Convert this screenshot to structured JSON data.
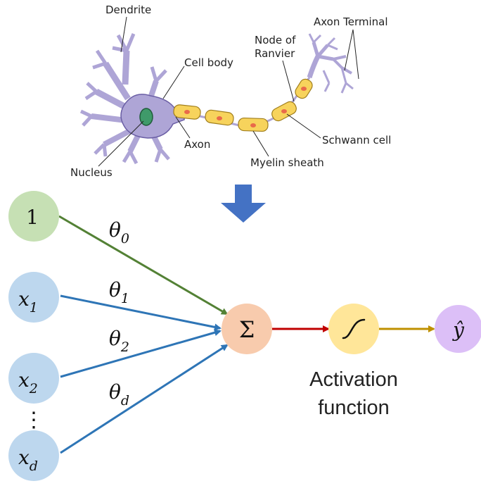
{
  "neuron": {
    "labels": {
      "dendrite": "Dendrite",
      "cell_body": "Cell body",
      "nucleus": "Nucleus",
      "axon": "Axon",
      "myelin_sheath": "Myelin sheath",
      "node_of_ranvier_1": "Node of",
      "node_of_ranvier_2": "Ranvier",
      "schwann_cell": "Schwann cell",
      "axon_terminal": "Axon Terminal"
    }
  },
  "perceptron": {
    "inputs": {
      "bias": "1",
      "x1_base": "x",
      "x1_sub": "1",
      "x2_base": "x",
      "x2_sub": "2",
      "dots": "⋮",
      "xd_base": "x",
      "xd_sub": "d"
    },
    "weights": {
      "theta0_base": "θ",
      "theta0_sub": "0",
      "theta1_base": "θ",
      "theta1_sub": "1",
      "theta2_base": "θ",
      "theta2_sub": "2",
      "thetad_base": "θ",
      "thetad_sub": "d"
    },
    "sum_symbol": "Σ",
    "output": "ŷ",
    "activation_caption_1": "Activation",
    "activation_caption_2": "function"
  },
  "colors": {
    "bias_node": "#c6e0b4",
    "input_node": "#bdd7ee",
    "sum_node": "#f8cbad",
    "activation_node": "#ffe699",
    "output_node": "#dcbff7",
    "bias_arrow": "#538135",
    "input_arrow": "#2e75b6",
    "sum_to_act_arrow": "#c00000",
    "act_to_out_arrow": "#bf9000",
    "down_arrow": "#4472c4",
    "neuron_fill": "#aea5d6",
    "myelin_fill": "#f7d35c"
  },
  "icons": {
    "down_arrow": "down-arrow-icon",
    "activation_curve": "sigmoid-curve-icon"
  }
}
